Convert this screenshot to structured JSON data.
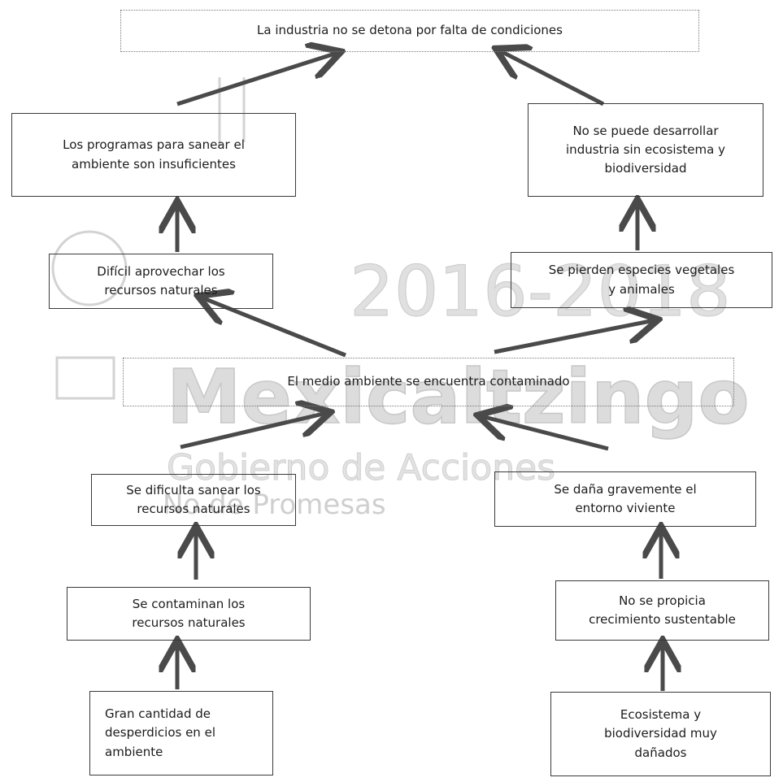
{
  "watermark": {
    "years": "2016-2018",
    "name": "Mexicaltzingo",
    "slogan": "Gobierno de Acciones",
    "tagline": "No de Promesas"
  },
  "boxes": {
    "top": "La industria no se detona por falta de condiciones",
    "left_upper": "Los programas para sanear el\nambiente son insuficientes",
    "right_upper": "No se puede desarrollar\nindustria sin ecosistema y\nbiodiversidad",
    "left_mid": "Difícil aprovechar los\nrecursos naturales",
    "right_mid": "Se pierden especies vegetales\ny animales",
    "center": "El medio ambiente se encuentra contaminado",
    "left_low1": "Se dificulta sanear los\nrecursos naturales",
    "right_low1": "Se daña gravemente el\nentorno viviente",
    "left_low2": "Se contaminan los\nrecursos naturales",
    "right_low2": "No se propicia\ncrecimiento sustentable",
    "left_bottom": "Gran cantidad de\ndesperdicios en el\nambiente",
    "right_bottom": "Ecosistema y\nbiodiversidad muy\ndañados"
  },
  "colors": {
    "arrow": "#4a4a4a",
    "watermark": "#d6d6d6",
    "border": "#3a3a3a"
  }
}
